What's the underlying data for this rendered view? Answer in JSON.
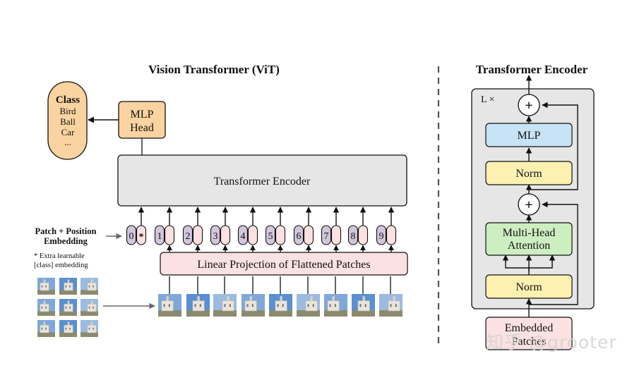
{
  "vit": {
    "title": "Vision Transformer (ViT)",
    "class_box": {
      "heading": "Class",
      "items": [
        "Bird",
        "Ball",
        "Car",
        "..."
      ]
    },
    "mlp_head": [
      "MLP",
      "Head"
    ],
    "encoder_label": "Transformer Encoder",
    "patch_embed_label": [
      "Patch + Position",
      "Embedding"
    ],
    "extra_note": [
      "* Extra learnable",
      "[class] embedding"
    ],
    "linear_proj_label": "Linear Projection of Flattened Patches",
    "tokens": [
      {
        "num": "0",
        "tag": "*"
      },
      {
        "num": "1",
        "tag": ""
      },
      {
        "num": "2",
        "tag": ""
      },
      {
        "num": "3",
        "tag": ""
      },
      {
        "num": "4",
        "tag": ""
      },
      {
        "num": "5",
        "tag": ""
      },
      {
        "num": "6",
        "tag": ""
      },
      {
        "num": "7",
        "tag": ""
      },
      {
        "num": "8",
        "tag": ""
      },
      {
        "num": "9",
        "tag": ""
      }
    ]
  },
  "encoder_detail": {
    "title": "Transformer Encoder",
    "repeat": "L ×",
    "plus": "+",
    "mlp": "MLP",
    "norm": "Norm",
    "attention": [
      "Multi-Head",
      "Attention"
    ],
    "input": [
      "Embedded",
      "Patches"
    ]
  },
  "watermark": "知乎 @grooter",
  "colors": {
    "class_fill": "#f9d3a0",
    "mlp_head_fill": "#f9d3a0",
    "encoder_fill": "#e6e6e6",
    "linear_proj_fill": "#fbe1e1",
    "token_pos_fill": "#d3c5dc",
    "token_emb_fill": "#fbe1e1",
    "mlp_fill": "#c7e3f5",
    "norm_fill": "#fdf1b2",
    "attention_fill": "#cdeec0",
    "input_fill": "#fbe1e1",
    "divider": "#555555"
  }
}
